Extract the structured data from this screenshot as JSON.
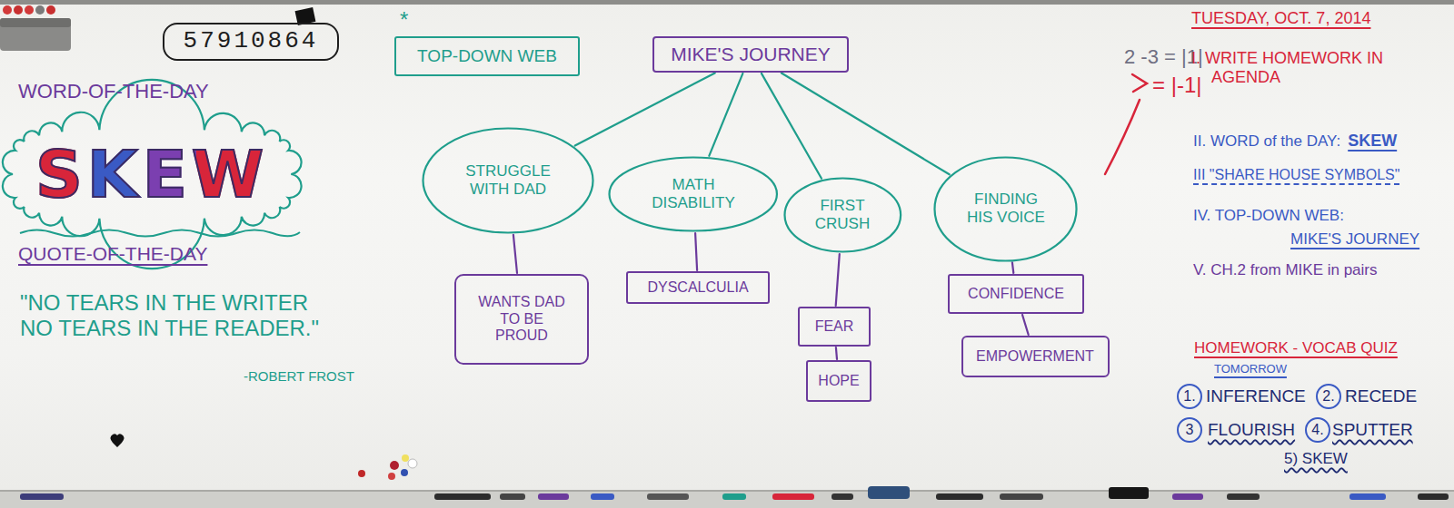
{
  "diagram": {
    "nodes": [
      {
        "text": [
          "57910864"
        ]
      },
      {
        "text": [
          "SKEW"
        ]
      },
      {
        "text": [
          "TOP-DOWN WEB"
        ]
      },
      {
        "text": [
          "MIKE'S JOURNEY"
        ]
      },
      {
        "text": [
          "STRUGGLE WITH DAD"
        ]
      },
      {
        "text": [
          "MATH DISABILITY"
        ]
      },
      {
        "text": [
          "FIRST CRUSH"
        ]
      },
      {
        "text": [
          "FINDING HIS VOICE"
        ]
      },
      {
        "text": [
          "WANTS DAD TO BE PROUD"
        ]
      },
      {
        "text": [
          "DYSCALCULIA"
        ]
      },
      {
        "text": [
          "FEAR"
        ]
      },
      {
        "text": [
          "HOPE"
        ]
      },
      {
        "text": [
          "CONFIDENCE"
        ]
      },
      {
        "text": [
          "EMPOWERMENT"
        ]
      },
      {
        "text": [
          "1."
        ]
      },
      {
        "text": [
          "2."
        ]
      },
      {
        "text": [
          "3"
        ]
      },
      {
        "text": [
          "4."
        ]
      }
    ],
    "edges": [
      {
        "from": 3,
        "to": 4,
        "arrow": "none"
      },
      {
        "from": 3,
        "to": 5,
        "arrow": "none"
      },
      {
        "from": 3,
        "to": 6,
        "arrow": "none"
      },
      {
        "from": 3,
        "to": 7,
        "arrow": "none"
      },
      {
        "from": 4,
        "to": 8,
        "arrow": "none"
      },
      {
        "from": 5,
        "to": 9,
        "arrow": "none"
      },
      {
        "from": 6,
        "to": 10,
        "arrow": "none"
      },
      {
        "from": 10,
        "to": 11,
        "arrow": "none"
      },
      {
        "from": 7,
        "to": 12,
        "arrow": "none"
      },
      {
        "from": 12,
        "to": 13,
        "arrow": "none"
      }
    ],
    "labels": [
      "WORD-OF-THE-DAY",
      "QUOTE-OF-THE-DAY",
      "\"NO TEARS IN THE WRITER NO TEARS IN THE READER.\"",
      "-ROBERT FROST",
      "*",
      "2 -3 = |1|",
      "= |-1|",
      "TUESDAY, OCT. 7, 2014",
      "I. WRITE HOMEWORK IN AGENDA",
      "II. WORD of the DAY:",
      "SKEW",
      "III \"SHARE HOUSE SYMBOLS\"",
      "IV. TOP-DOWN WEB:",
      "MIKE'S JOURNEY",
      "V. CH.2 from MIKE in pairs",
      "HOMEWORK - VOCAB QUIZ",
      "TOMORROW",
      "INFERENCE",
      "RECEDE",
      "FLOURISH",
      "SPUTTER",
      "5) SKEW"
    ]
  }
}
